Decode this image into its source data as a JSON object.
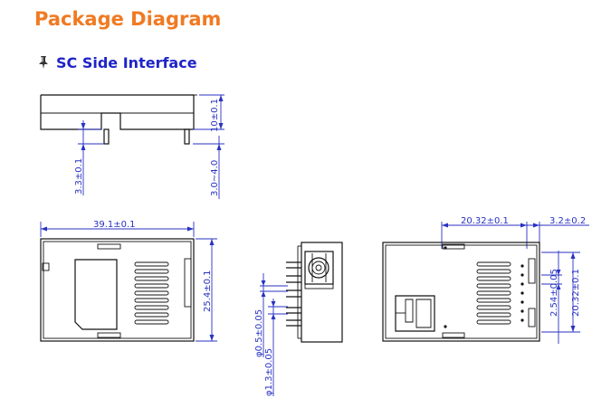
{
  "title": "Package Diagram",
  "section": {
    "label": "SC Side Interface",
    "bullet_icon": "pushpin-icon"
  },
  "colors": {
    "title": "#f07a22",
    "heading": "#1f24c8",
    "dimension": "#2832c2",
    "outline": "#111111"
  },
  "dimensions": {
    "height_body": "10±0.1",
    "pin_length_short": "3.3±0.1",
    "pin_length_long": "3.0~4.0",
    "width_top": "39.1±0.1",
    "height_front": "25.4±0.1",
    "pin_diameter_small": "φ0.5±0.05",
    "pin_diameter_large": "φ1.3±0.05",
    "pin_span": "20.32±0.1",
    "edge_offset": "3.2±0.2",
    "pin_pitch": "2.54±0.05",
    "pin_span_vertical": "20.32±0.1"
  }
}
